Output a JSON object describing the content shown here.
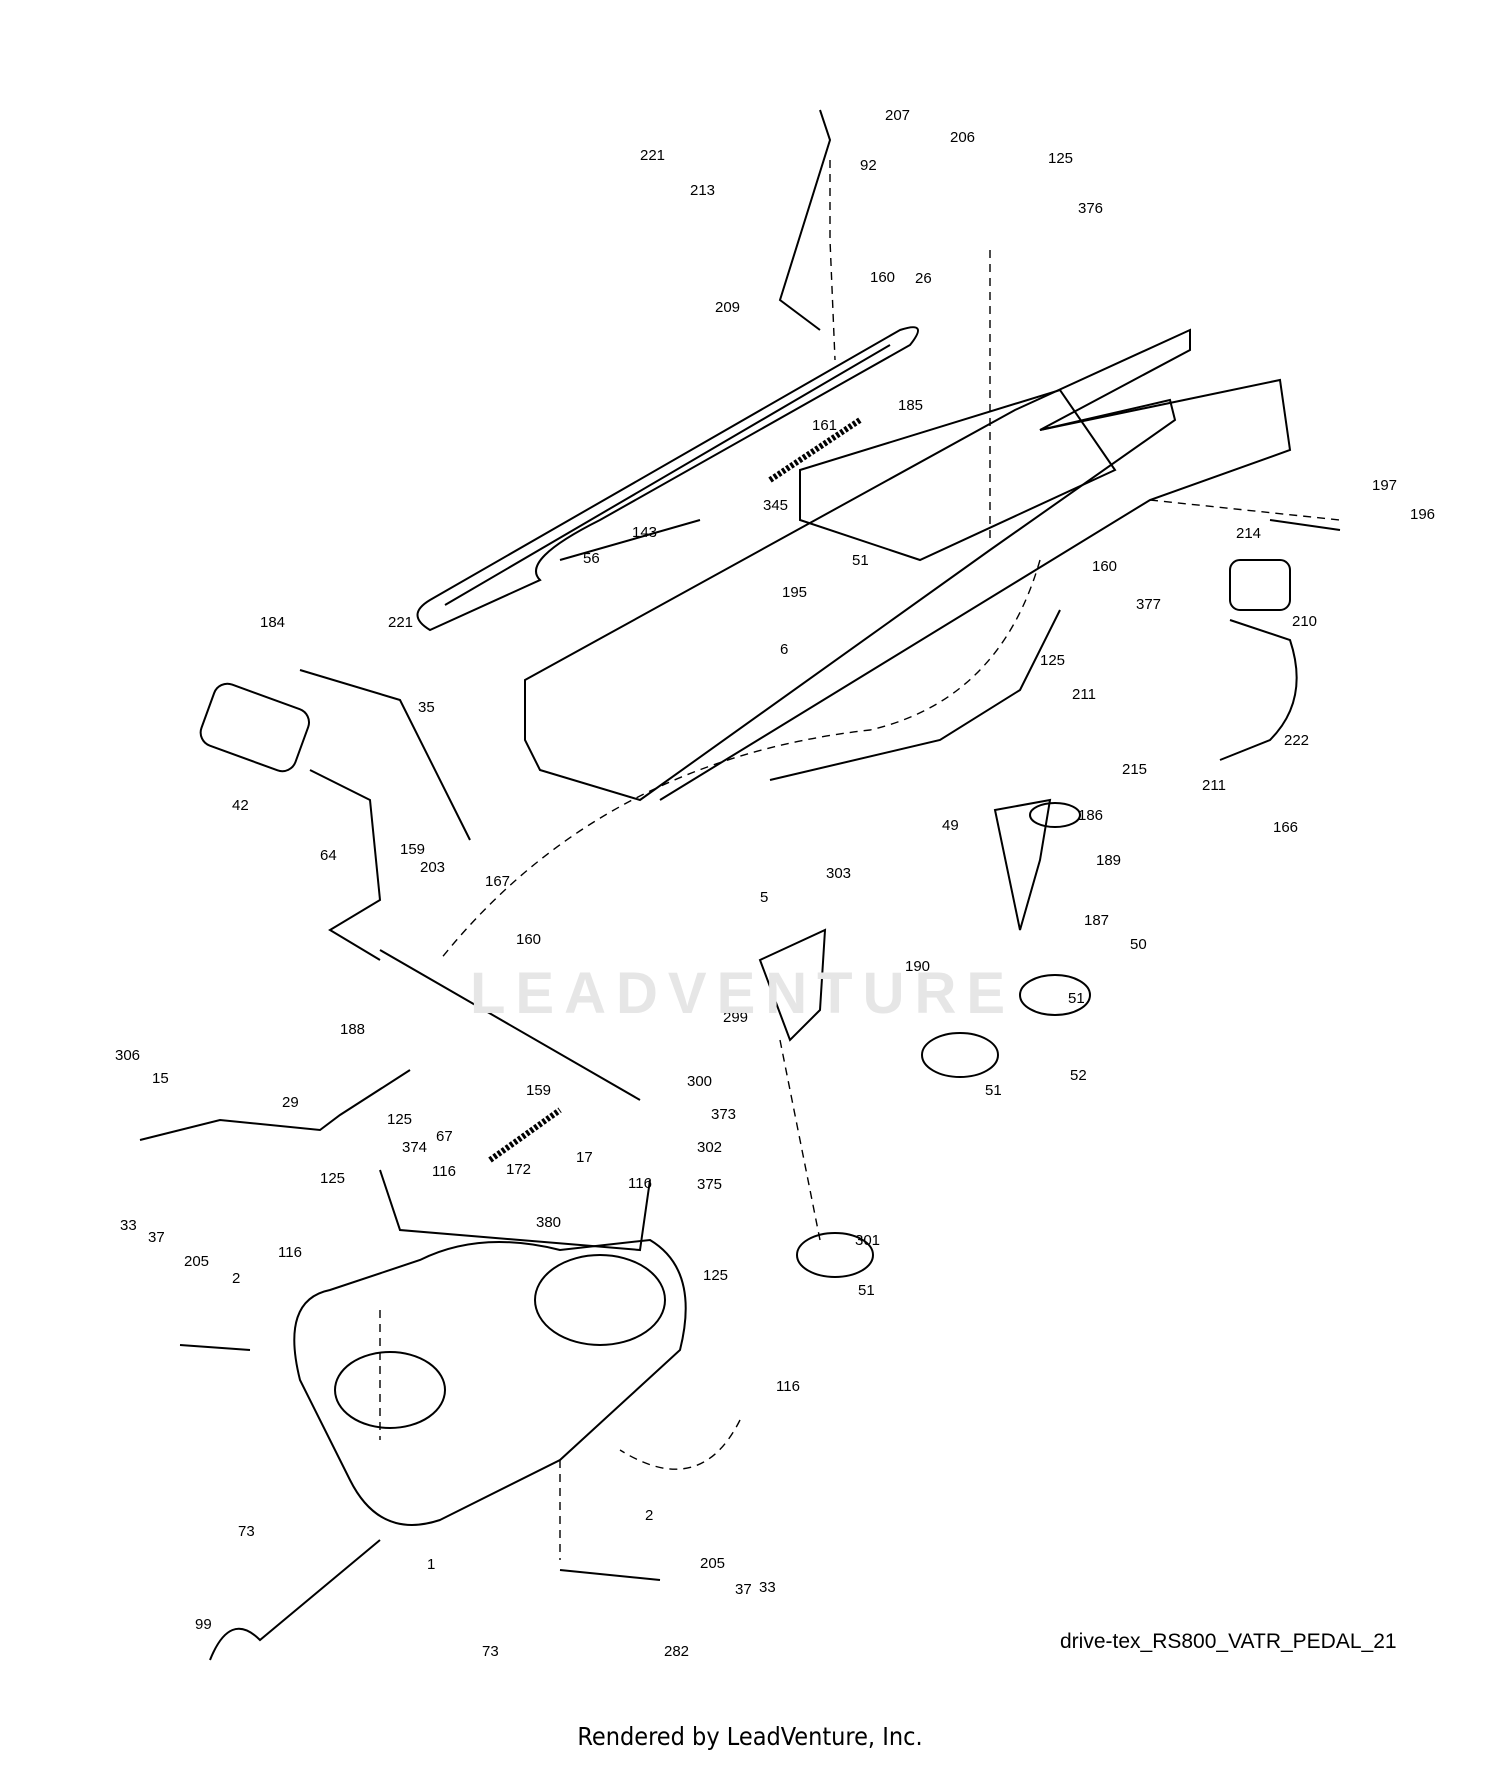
{
  "diagram": {
    "id_label": "drive-tex_RS800_VATR_PEDAL_21",
    "render_credit": "Rendered by LeadVenture, Inc.",
    "watermark": "LEADVENTURE"
  },
  "callouts": [
    "221",
    "213",
    "209",
    "207",
    "92",
    "160",
    "26",
    "206",
    "125",
    "376",
    "185",
    "161",
    "345",
    "143",
    "56",
    "51",
    "195",
    "6",
    "184",
    "221",
    "35",
    "42",
    "64",
    "159",
    "203",
    "167",
    "160",
    "188",
    "306",
    "15",
    "29",
    "125",
    "374",
    "67",
    "159",
    "17",
    "125",
    "116",
    "172",
    "116",
    "380",
    "125",
    "33",
    "37",
    "205",
    "2",
    "116",
    "1",
    "73",
    "99",
    "116",
    "2",
    "205",
    "37",
    "33",
    "73",
    "282",
    "197",
    "196",
    "214",
    "160",
    "377",
    "125",
    "211",
    "210",
    "215",
    "211",
    "222",
    "166",
    "186",
    "49",
    "189",
    "303",
    "5",
    "187",
    "190",
    "50",
    "51",
    "299",
    "52",
    "51",
    "300",
    "373",
    "302",
    "375",
    "301",
    "51"
  ]
}
